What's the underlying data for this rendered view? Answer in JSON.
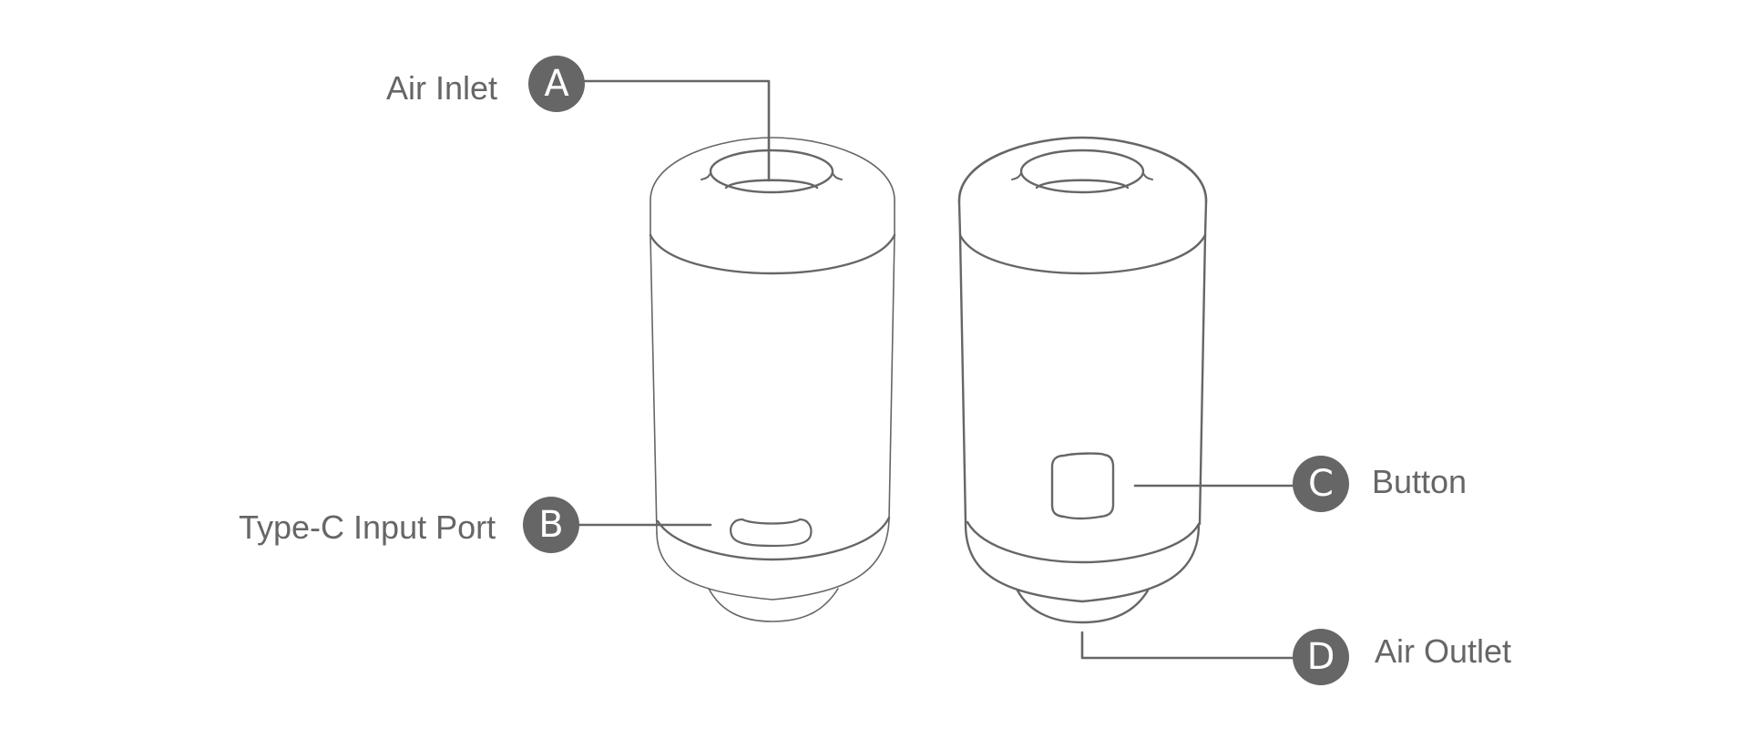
{
  "diagram": {
    "stroke_color": "#666666",
    "background": "#ffffff",
    "callouts": [
      {
        "letter": "A",
        "label": "Air Inlet"
      },
      {
        "letter": "B",
        "label": "Type-C Input Port"
      },
      {
        "letter": "C",
        "label": "Button"
      },
      {
        "letter": "D",
        "label": "Air Outlet"
      }
    ]
  }
}
